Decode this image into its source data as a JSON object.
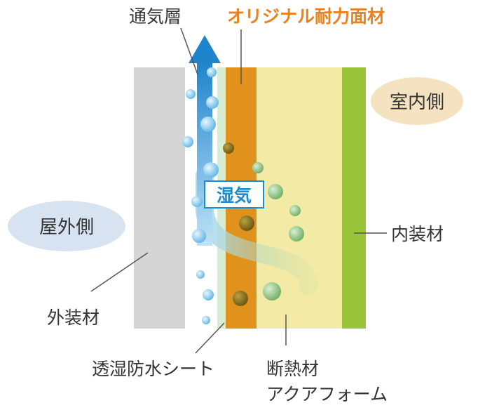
{
  "labels": {
    "air_layer": "通気層",
    "structural_panel": "オリジナル耐力面材",
    "indoor": "室内側",
    "outdoor": "屋外側",
    "moisture": "湿気",
    "interior_finish": "内装材",
    "exterior_finish": "外装材",
    "membrane": "透湿防水シート",
    "insulation_line1": "断熱材",
    "insulation_line2": "アクアフォーム"
  },
  "colors": {
    "exterior_finish": "#d5d5d5",
    "air_layer": "#ffffff",
    "membrane": "#d6ecd4",
    "structural_panel": "#e0921c",
    "insulation": "#f3eaa6",
    "interior_finish": "#9ac43a",
    "indoor_bubble": "#f4e2c0",
    "outdoor_bubble": "#d8e3f2",
    "accent_text": "#e8821e",
    "moisture_text": "#1a8ed0",
    "arrow": "#1e84cc",
    "water_bubble": "#8ecdf0",
    "green_bubble": "#9cc890",
    "dark_bubble": "#8a7418",
    "leader": "#555555"
  },
  "icons": {
    "moisture_arrow": "up-arrow-icon",
    "water_droplets": "bubble-icon"
  }
}
